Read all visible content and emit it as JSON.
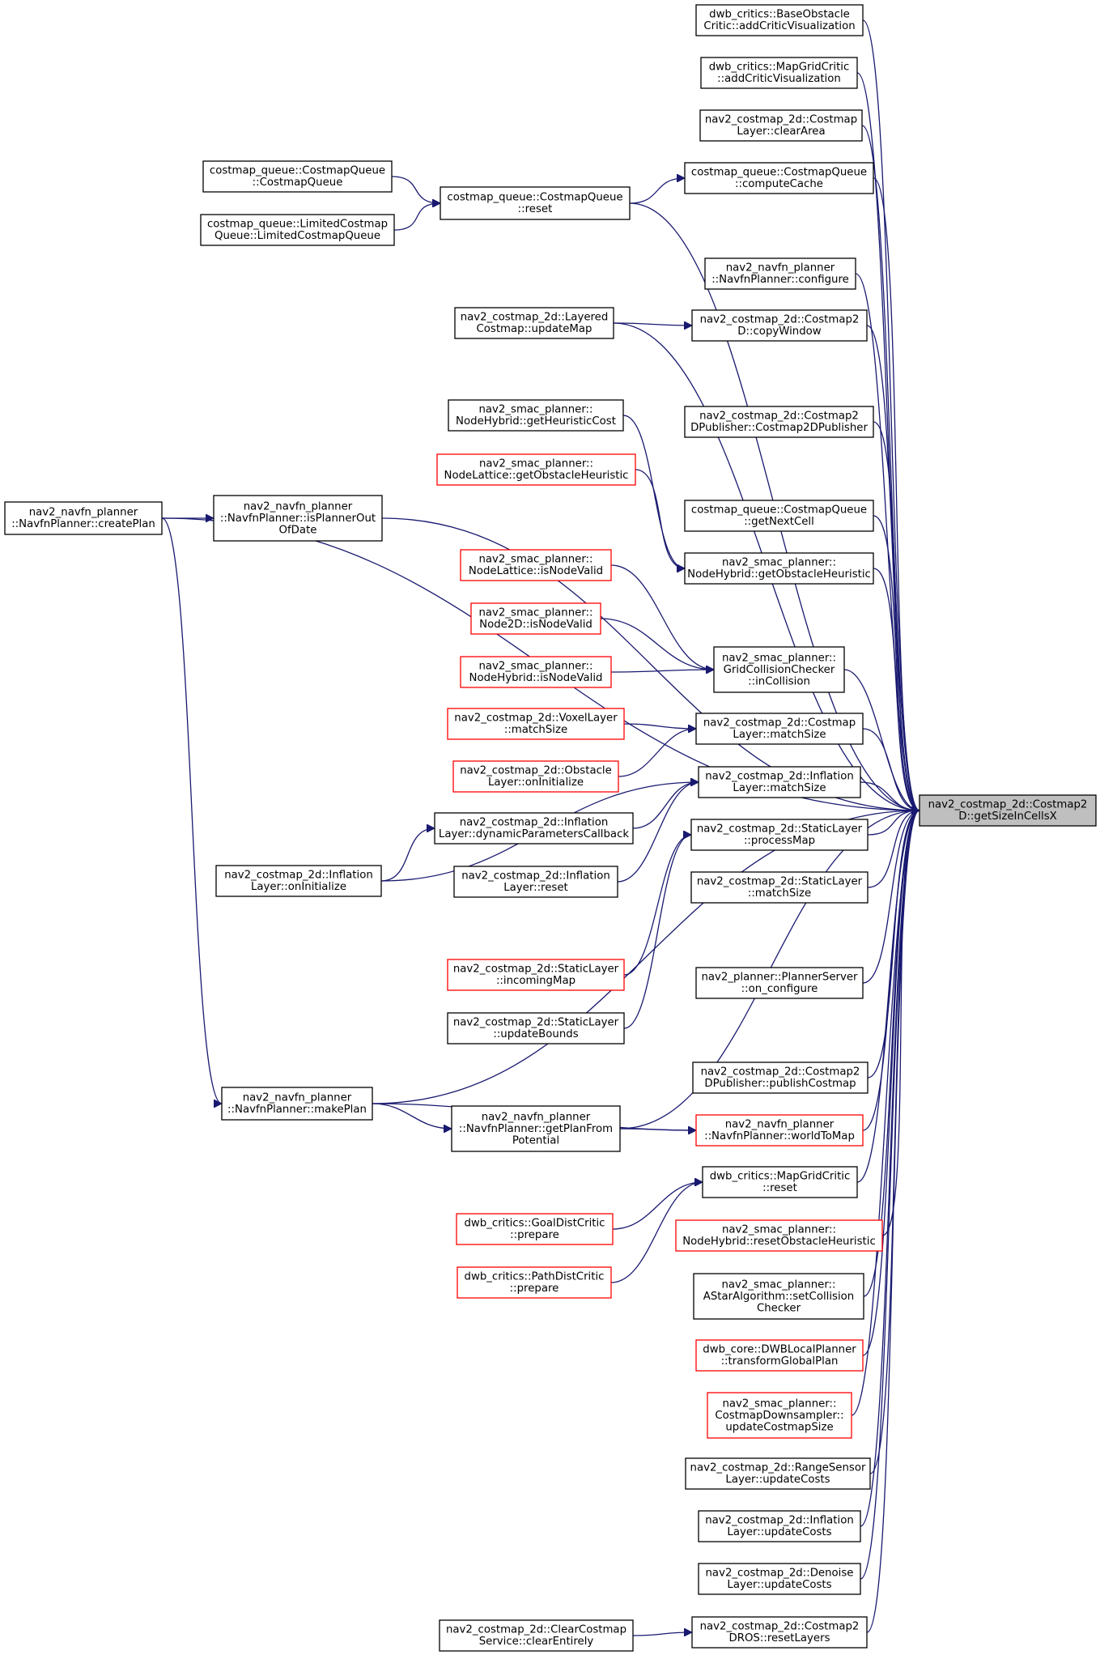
{
  "graph": {
    "target": "get-size-in-cells-x",
    "edge_color": "#191970",
    "nodes": [
      {
        "id": "get-size-in-cells-x",
        "lines": [
          "nav2_costmap_2d::Costmap2",
          "D::getSizeInCellsX"
        ],
        "style": "target"
      },
      {
        "id": "base-obstacle-critic-add-critic-visualization",
        "lines": [
          "dwb_critics::BaseObstacle",
          "Critic::addCriticVisualization"
        ],
        "style": "normal"
      },
      {
        "id": "map-grid-critic-add-critic-visualization",
        "lines": [
          "dwb_critics::MapGridCritic",
          "::addCriticVisualization"
        ],
        "style": "normal"
      },
      {
        "id": "costmap-layer-clear-area",
        "lines": [
          "nav2_costmap_2d::Costmap",
          "Layer::clearArea"
        ],
        "style": "normal"
      },
      {
        "id": "costmap-queue-constructor",
        "lines": [
          "costmap_queue::CostmapQueue",
          "::CostmapQueue"
        ],
        "style": "normal"
      },
      {
        "id": "costmap-queue-compute-cache",
        "lines": [
          "costmap_queue::CostmapQueue",
          "::computeCache"
        ],
        "style": "normal"
      },
      {
        "id": "costmap-queue-reset",
        "lines": [
          "costmap_queue::CostmapQueue",
          "::reset"
        ],
        "style": "normal"
      },
      {
        "id": "limited-costmap-queue-constructor",
        "lines": [
          "costmap_queue::LimitedCostmap",
          "Queue::LimitedCostmapQueue"
        ],
        "style": "normal"
      },
      {
        "id": "navfn-planner-configure",
        "lines": [
          "nav2_navfn_planner",
          "::NavfnPlanner::configure"
        ],
        "style": "normal"
      },
      {
        "id": "layered-costmap-update-map",
        "lines": [
          "nav2_costmap_2d::Layered",
          "Costmap::updateMap"
        ],
        "style": "normal"
      },
      {
        "id": "costmap2d-copy-window",
        "lines": [
          "nav2_costmap_2d::Costmap2",
          "D::copyWindow"
        ],
        "style": "normal"
      },
      {
        "id": "node-hybrid-get-heuristic-cost",
        "lines": [
          "nav2_smac_planner::",
          "NodeHybrid::getHeuristicCost"
        ],
        "style": "normal"
      },
      {
        "id": "costmap2d-publisher-constructor",
        "lines": [
          "nav2_costmap_2d::Costmap2",
          "DPublisher::Costmap2DPublisher"
        ],
        "style": "normal"
      },
      {
        "id": "node-lattice-get-obstacle-heuristic",
        "lines": [
          "nav2_smac_planner::",
          "NodeLattice::getObstacleHeuristic"
        ],
        "style": "trunc"
      },
      {
        "id": "navfn-planner-create-plan",
        "lines": [
          "nav2_navfn_planner",
          "::NavfnPlanner::createPlan"
        ],
        "style": "normal"
      },
      {
        "id": "navfn-planner-is-planner-out-of-date",
        "lines": [
          "nav2_navfn_planner",
          "::NavfnPlanner::isPlannerOut",
          "OfDate"
        ],
        "style": "normal"
      },
      {
        "id": "costmap-queue-get-next-cell",
        "lines": [
          "costmap_queue::CostmapQueue",
          "::getNextCell"
        ],
        "style": "normal"
      },
      {
        "id": "node-hybrid-get-obstacle-heuristic",
        "lines": [
          "nav2_smac_planner::",
          "NodeHybrid::getObstacleHeuristic"
        ],
        "style": "normal"
      },
      {
        "id": "node-lattice-is-node-valid",
        "lines": [
          "nav2_smac_planner::",
          "NodeLattice::isNodeValid"
        ],
        "style": "trunc"
      },
      {
        "id": "node2d-is-node-valid",
        "lines": [
          "nav2_smac_planner::",
          "Node2D::isNodeValid"
        ],
        "style": "trunc"
      },
      {
        "id": "grid-collision-checker-in-collision",
        "lines": [
          "nav2_smac_planner::",
          "GridCollisionChecker",
          "::inCollision"
        ],
        "style": "normal"
      },
      {
        "id": "node-hybrid-is-node-valid",
        "lines": [
          "nav2_smac_planner::",
          "NodeHybrid::isNodeValid"
        ],
        "style": "trunc"
      },
      {
        "id": "voxel-layer-match-size",
        "lines": [
          "nav2_costmap_2d::VoxelLayer",
          "::matchSize"
        ],
        "style": "trunc"
      },
      {
        "id": "costmap-layer-match-size",
        "lines": [
          "nav2_costmap_2d::Costmap",
          "Layer::matchSize"
        ],
        "style": "normal"
      },
      {
        "id": "obstacle-layer-on-initialize",
        "lines": [
          "nav2_costmap_2d::Obstacle",
          "Layer::onInitialize"
        ],
        "style": "trunc"
      },
      {
        "id": "inflation-layer-match-size",
        "lines": [
          "nav2_costmap_2d::Inflation",
          "Layer::matchSize"
        ],
        "style": "normal"
      },
      {
        "id": "inflation-layer-dynamic-parameters-callback",
        "lines": [
          "nav2_costmap_2d::Inflation",
          "Layer::dynamicParametersCallback"
        ],
        "style": "normal"
      },
      {
        "id": "static-layer-process-map",
        "lines": [
          "nav2_costmap_2d::StaticLayer",
          "::processMap"
        ],
        "style": "normal"
      },
      {
        "id": "inflation-layer-on-initialize",
        "lines": [
          "nav2_costmap_2d::Inflation",
          "Layer::onInitialize"
        ],
        "style": "normal"
      },
      {
        "id": "inflation-layer-reset",
        "lines": [
          "nav2_costmap_2d::Inflation",
          "Layer::reset"
        ],
        "style": "normal"
      },
      {
        "id": "static-layer-match-size",
        "lines": [
          "nav2_costmap_2d::StaticLayer",
          "::matchSize"
        ],
        "style": "normal"
      },
      {
        "id": "static-layer-incoming-map",
        "lines": [
          "nav2_costmap_2d::StaticLayer",
          "::incomingMap"
        ],
        "style": "trunc"
      },
      {
        "id": "planner-server-on-configure",
        "lines": [
          "nav2_planner::PlannerServer",
          "::on_configure"
        ],
        "style": "normal"
      },
      {
        "id": "static-layer-update-bounds",
        "lines": [
          "nav2_costmap_2d::StaticLayer",
          "::updateBounds"
        ],
        "style": "normal"
      },
      {
        "id": "costmap2d-publisher-publish-costmap",
        "lines": [
          "nav2_costmap_2d::Costmap2",
          "DPublisher::publishCostmap"
        ],
        "style": "normal"
      },
      {
        "id": "navfn-planner-make-plan",
        "lines": [
          "nav2_navfn_planner",
          "::NavfnPlanner::makePlan"
        ],
        "style": "normal"
      },
      {
        "id": "navfn-planner-get-plan-from-potential",
        "lines": [
          "nav2_navfn_planner",
          "::NavfnPlanner::getPlanFrom",
          "Potential"
        ],
        "style": "normal"
      },
      {
        "id": "navfn-planner-world-to-map",
        "lines": [
          "nav2_navfn_planner",
          "::NavfnPlanner::worldToMap"
        ],
        "style": "trunc"
      },
      {
        "id": "map-grid-critic-reset",
        "lines": [
          "dwb_critics::MapGridCritic",
          "::reset"
        ],
        "style": "normal"
      },
      {
        "id": "goal-dist-critic-prepare",
        "lines": [
          "dwb_critics::GoalDistCritic",
          "::prepare"
        ],
        "style": "trunc"
      },
      {
        "id": "node-hybrid-reset-obstacle-heuristic",
        "lines": [
          "nav2_smac_planner::",
          "NodeHybrid::resetObstacleHeuristic"
        ],
        "style": "trunc"
      },
      {
        "id": "path-dist-critic-prepare",
        "lines": [
          "dwb_critics::PathDistCritic",
          "::prepare"
        ],
        "style": "trunc"
      },
      {
        "id": "astar-algorithm-set-collision-checker",
        "lines": [
          "nav2_smac_planner::",
          "AStarAlgorithm::setCollision",
          "Checker"
        ],
        "style": "normal"
      },
      {
        "id": "dwb-local-planner-transform-global-plan",
        "lines": [
          "dwb_core::DWBLocalPlanner",
          "::transformGlobalPlan"
        ],
        "style": "trunc"
      },
      {
        "id": "costmap-downsampler-update-costmap-size",
        "lines": [
          "nav2_smac_planner::",
          "CostmapDownsampler::",
          "updateCostmapSize"
        ],
        "style": "trunc"
      },
      {
        "id": "range-sensor-layer-update-costs",
        "lines": [
          "nav2_costmap_2d::RangeSensor",
          "Layer::updateCosts"
        ],
        "style": "normal"
      },
      {
        "id": "inflation-layer-update-costs",
        "lines": [
          "nav2_costmap_2d::Inflation",
          "Layer::updateCosts"
        ],
        "style": "normal"
      },
      {
        "id": "denoise-layer-update-costs",
        "lines": [
          "nav2_costmap_2d::Denoise",
          "Layer::updateCosts"
        ],
        "style": "normal"
      },
      {
        "id": "clear-costmap-service-clear-entirely",
        "lines": [
          "nav2_costmap_2d::ClearCostmap",
          "Service::clearEntirely"
        ],
        "style": "normal"
      },
      {
        "id": "costmap2d-ros-reset-layers",
        "lines": [
          "nav2_costmap_2d::Costmap2",
          "DROS::resetLayers"
        ],
        "style": "normal"
      }
    ],
    "edges": [
      {
        "from": "base-obstacle-critic-add-critic-visualization",
        "to": "get-size-in-cells-x"
      },
      {
        "from": "map-grid-critic-add-critic-visualization",
        "to": "get-size-in-cells-x"
      },
      {
        "from": "costmap-layer-clear-area",
        "to": "get-size-in-cells-x"
      },
      {
        "from": "costmap-queue-compute-cache",
        "to": "get-size-in-cells-x"
      },
      {
        "from": "costmap-queue-reset",
        "to": "costmap-queue-compute-cache"
      },
      {
        "from": "costmap-queue-reset",
        "to": "get-size-in-cells-x"
      },
      {
        "from": "costmap-queue-constructor",
        "to": "costmap-queue-reset"
      },
      {
        "from": "limited-costmap-queue-constructor",
        "to": "costmap-queue-reset"
      },
      {
        "from": "navfn-planner-configure",
        "to": "get-size-in-cells-x"
      },
      {
        "from": "costmap2d-copy-window",
        "to": "get-size-in-cells-x"
      },
      {
        "from": "layered-costmap-update-map",
        "to": "costmap2d-copy-window"
      },
      {
        "from": "layered-costmap-update-map",
        "to": "get-size-in-cells-x"
      },
      {
        "from": "navfn-planner-create-plan",
        "to": "get-size-in-cells-x"
      },
      {
        "from": "costmap2d-publisher-constructor",
        "to": "get-size-in-cells-x"
      },
      {
        "from": "navfn-planner-create-plan",
        "to": "navfn-planner-is-planner-out-of-date"
      },
      {
        "from": "navfn-planner-is-planner-out-of-date",
        "to": "get-size-in-cells-x"
      },
      {
        "from": "costmap-queue-get-next-cell",
        "to": "get-size-in-cells-x"
      },
      {
        "from": "node-hybrid-get-heuristic-cost",
        "to": "node-hybrid-get-obstacle-heuristic"
      },
      {
        "from": "node-lattice-get-obstacle-heuristic",
        "to": "node-hybrid-get-obstacle-heuristic"
      },
      {
        "from": "node-hybrid-get-obstacle-heuristic",
        "to": "get-size-in-cells-x"
      },
      {
        "from": "grid-collision-checker-in-collision",
        "to": "get-size-in-cells-x"
      },
      {
        "from": "node-lattice-is-node-valid",
        "to": "grid-collision-checker-in-collision"
      },
      {
        "from": "node2d-is-node-valid",
        "to": "grid-collision-checker-in-collision"
      },
      {
        "from": "node-hybrid-is-node-valid",
        "to": "grid-collision-checker-in-collision"
      },
      {
        "from": "costmap-layer-match-size",
        "to": "get-size-in-cells-x"
      },
      {
        "from": "voxel-layer-match-size",
        "to": "costmap-layer-match-size"
      },
      {
        "from": "obstacle-layer-on-initialize",
        "to": "costmap-layer-match-size"
      },
      {
        "from": "inflation-layer-match-size",
        "to": "get-size-in-cells-x"
      },
      {
        "from": "inflation-layer-dynamic-parameters-callback",
        "to": "inflation-layer-match-size"
      },
      {
        "from": "inflation-layer-on-initialize",
        "to": "inflation-layer-dynamic-parameters-callback"
      },
      {
        "from": "inflation-layer-on-initialize",
        "to": "inflation-layer-match-size"
      },
      {
        "from": "inflation-layer-reset",
        "to": "inflation-layer-match-size"
      },
      {
        "from": "static-layer-process-map",
        "to": "get-size-in-cells-x"
      },
      {
        "from": "static-layer-incoming-map",
        "to": "static-layer-process-map"
      },
      {
        "from": "static-layer-update-bounds",
        "to": "static-layer-process-map"
      },
      {
        "from": "static-layer-match-size",
        "to": "get-size-in-cells-x"
      },
      {
        "from": "navfn-planner-make-plan",
        "to": "get-size-in-cells-x"
      },
      {
        "from": "planner-server-on-configure",
        "to": "get-size-in-cells-x"
      },
      {
        "from": "navfn-planner-get-plan-from-potential",
        "to": "get-size-in-cells-x"
      },
      {
        "from": "costmap2d-publisher-publish-costmap",
        "to": "get-size-in-cells-x"
      },
      {
        "from": "navfn-planner-create-plan",
        "to": "navfn-planner-make-plan"
      },
      {
        "from": "navfn-planner-make-plan",
        "to": "navfn-planner-get-plan-from-potential"
      },
      {
        "from": "navfn-planner-make-plan",
        "to": "navfn-planner-world-to-map"
      },
      {
        "from": "navfn-planner-get-plan-from-potential",
        "to": "navfn-planner-world-to-map"
      },
      {
        "from": "navfn-planner-world-to-map",
        "to": "get-size-in-cells-x"
      },
      {
        "from": "map-grid-critic-reset",
        "to": "get-size-in-cells-x"
      },
      {
        "from": "goal-dist-critic-prepare",
        "to": "map-grid-critic-reset"
      },
      {
        "from": "path-dist-critic-prepare",
        "to": "map-grid-critic-reset"
      },
      {
        "from": "node-hybrid-reset-obstacle-heuristic",
        "to": "get-size-in-cells-x"
      },
      {
        "from": "astar-algorithm-set-collision-checker",
        "to": "get-size-in-cells-x"
      },
      {
        "from": "dwb-local-planner-transform-global-plan",
        "to": "get-size-in-cells-x"
      },
      {
        "from": "costmap-downsampler-update-costmap-size",
        "to": "get-size-in-cells-x"
      },
      {
        "from": "range-sensor-layer-update-costs",
        "to": "get-size-in-cells-x"
      },
      {
        "from": "inflation-layer-update-costs",
        "to": "get-size-in-cells-x"
      },
      {
        "from": "denoise-layer-update-costs",
        "to": "get-size-in-cells-x"
      },
      {
        "from": "costmap2d-ros-reset-layers",
        "to": "get-size-in-cells-x"
      },
      {
        "from": "clear-costmap-service-clear-entirely",
        "to": "costmap2d-ros-reset-layers"
      }
    ]
  }
}
